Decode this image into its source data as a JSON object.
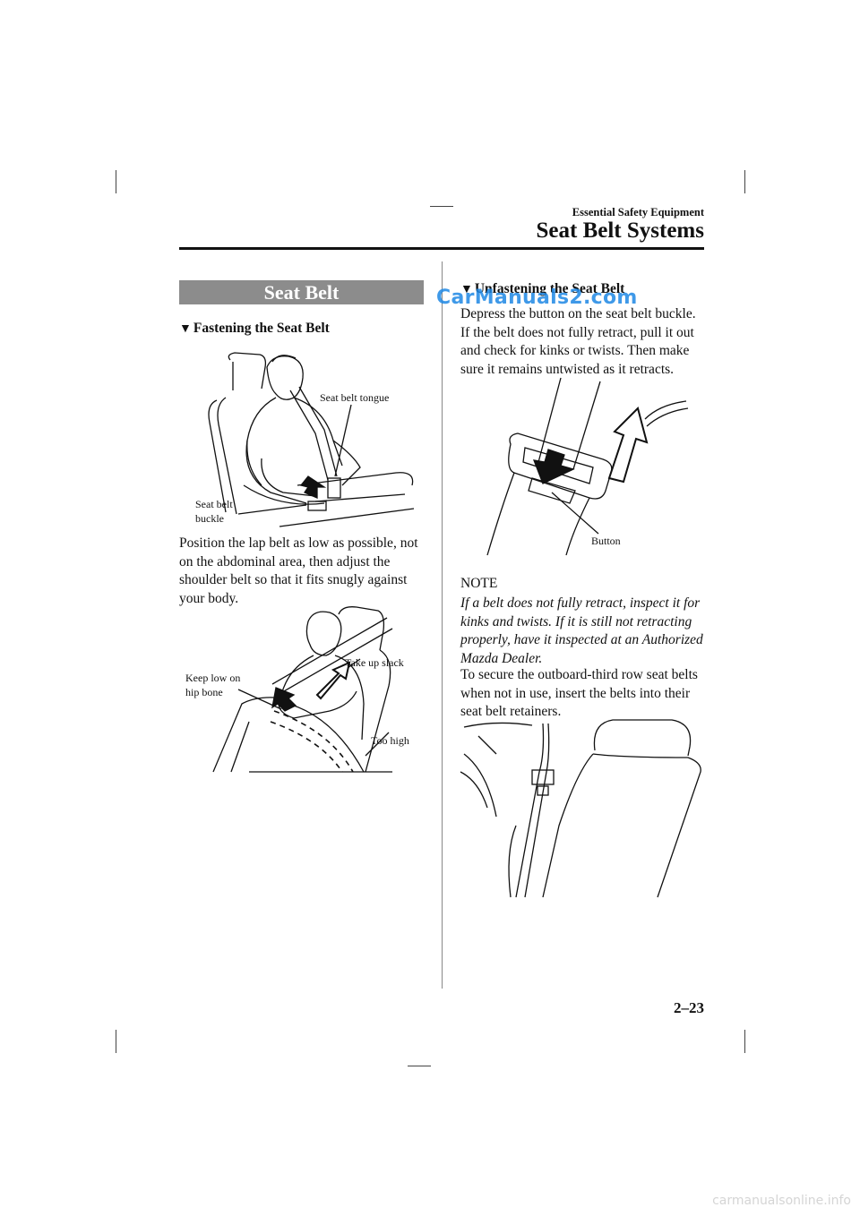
{
  "header": {
    "section_label": "Essential Safety Equipment",
    "chapter_title": "Seat Belt Systems"
  },
  "section_banner": "Seat Belt",
  "left": {
    "subhead": "Fastening the Seat Belt",
    "fig1_labels": {
      "tongue": "Seat belt tongue",
      "buckle_line1": "Seat belt",
      "buckle_line2": "buckle"
    },
    "paragraph": "Position the lap belt as low as possible, not on the abdominal area, then adjust the shoulder belt so that it fits snugly against your body.",
    "fig2_labels": {
      "keep_low_line1": "Keep low on",
      "keep_low_line2": "hip bone",
      "take_up_slack": "Take up slack",
      "too_high": "Too high"
    }
  },
  "right": {
    "subhead": "Unfastening the Seat Belt",
    "paragraph": "Depress the button on the seat belt buckle. If the belt does not fully retract, pull it out and check for kinks or twists. Then make sure it remains untwisted as it retracts.",
    "fig3_labels": {
      "button": "Button"
    },
    "note_heading": "NOTE",
    "note_text": "If a belt does not fully retract, inspect it for kinks and twists. If it is still not retracting properly, have it inspected at an Authorized Mazda Dealer.",
    "paragraph2": "To secure the outboard-third row seat belts when not in use, insert the belts into their seat belt retainers."
  },
  "watermark": "CarManuals2.com",
  "page_number": "2–23",
  "footer_site": "carmanualsonline.info",
  "icons": {
    "subhead_marker": "triangle-down-icon"
  }
}
